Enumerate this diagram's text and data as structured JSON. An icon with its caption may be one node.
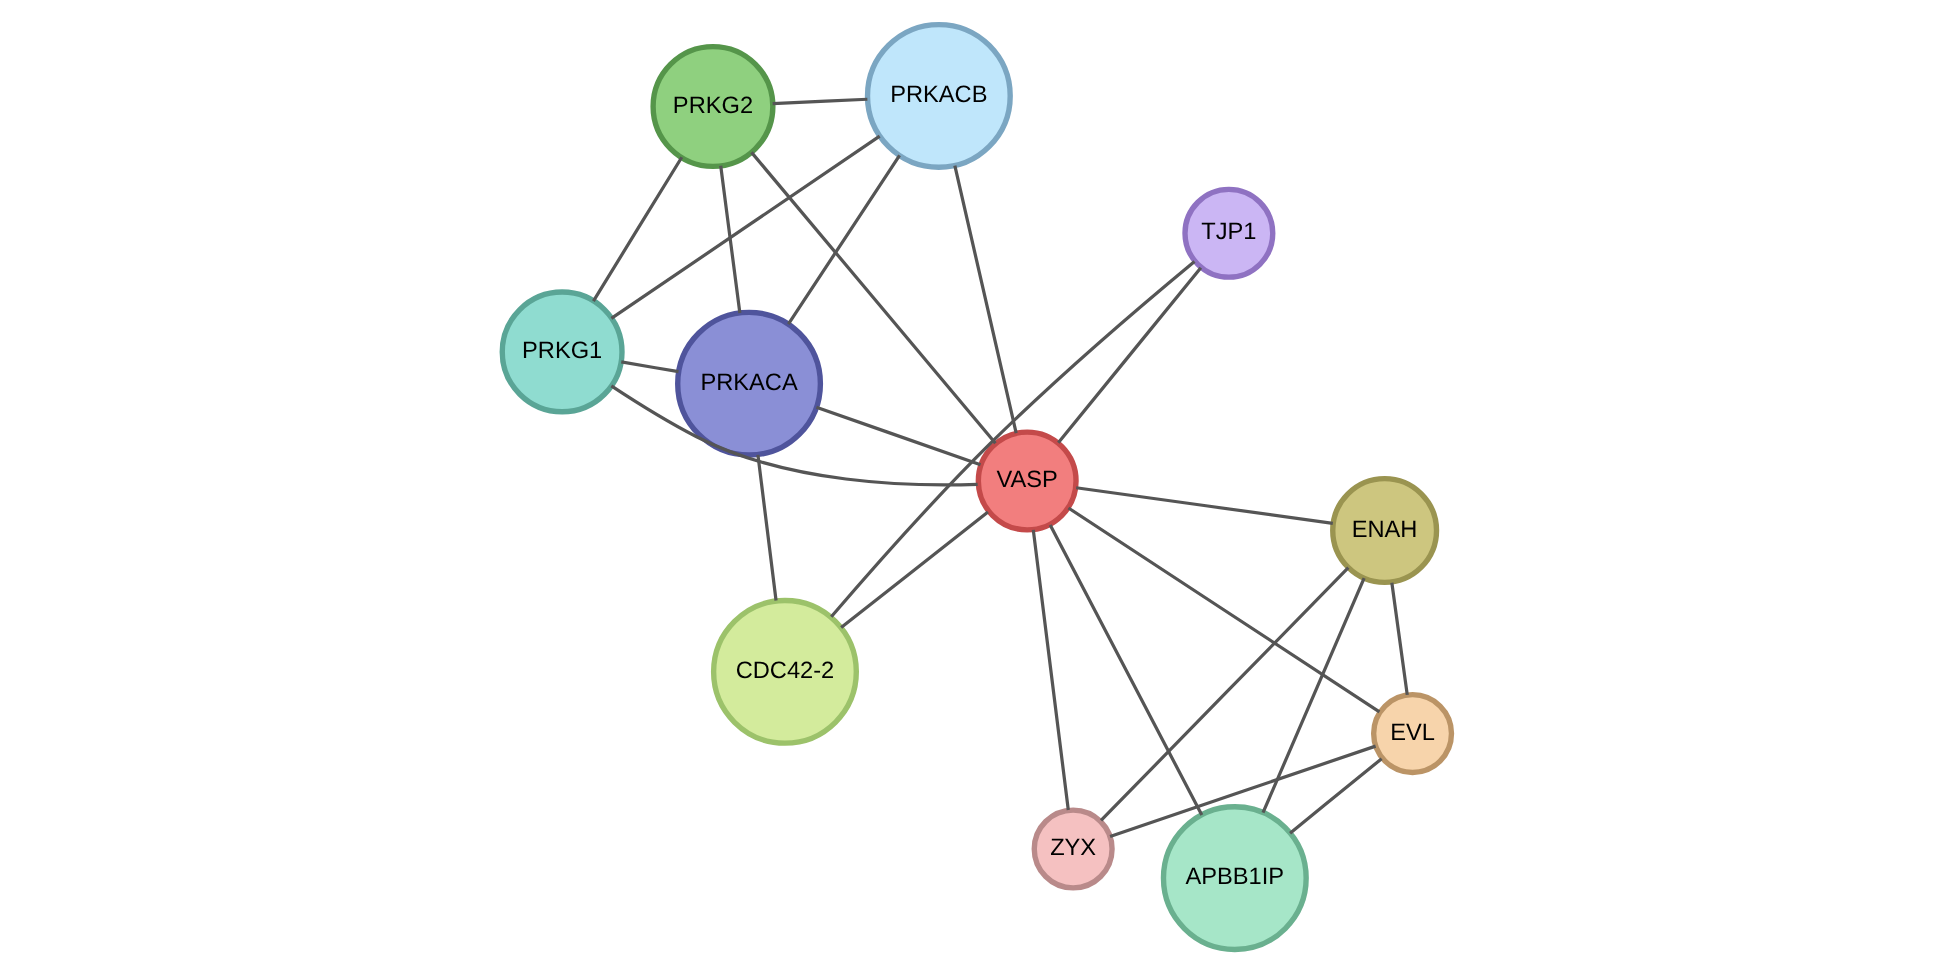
{
  "diagram": {
    "nodes": [
      {
        "text": [
          "PRKG1"
        ]
      },
      {
        "text": [
          "PRKACA"
        ]
      },
      {
        "text": [
          "CDC42-2"
        ]
      },
      {
        "text": [
          "PRKACB"
        ]
      },
      {
        "text": [
          "TJP1"
        ]
      },
      {
        "text": [
          "PRKG2"
        ]
      },
      {
        "text": [
          "VASP"
        ]
      },
      {
        "text": [
          "ENAH"
        ]
      },
      {
        "text": [
          "ZYX"
        ]
      },
      {
        "text": [
          "APBB1IP"
        ]
      },
      {
        "text": [
          "EVL"
        ]
      }
    ],
    "edges": [
      {
        "from": 0,
        "to": 1,
        "arrow": "none"
      },
      {
        "from": 0,
        "to": 3,
        "arrow": "none"
      },
      {
        "from": 0,
        "to": 5,
        "arrow": "none"
      },
      {
        "from": 0,
        "to": 6,
        "arrow": "none"
      },
      {
        "from": 1,
        "to": 3,
        "arrow": "none"
      },
      {
        "from": 1,
        "to": 5,
        "arrow": "none"
      },
      {
        "from": 1,
        "to": 6,
        "arrow": "none"
      },
      {
        "from": 1,
        "to": 2,
        "arrow": "none"
      },
      {
        "from": 3,
        "to": 5,
        "arrow": "none"
      },
      {
        "from": 3,
        "to": 6,
        "arrow": "none"
      },
      {
        "from": 5,
        "to": 6,
        "arrow": "none"
      },
      {
        "from": 2,
        "to": 6,
        "arrow": "none"
      },
      {
        "from": 2,
        "to": 4,
        "arrow": "none"
      },
      {
        "from": 4,
        "to": 6,
        "arrow": "none"
      },
      {
        "from": 6,
        "to": 7,
        "arrow": "none"
      },
      {
        "from": 6,
        "to": 10,
        "arrow": "none"
      },
      {
        "from": 6,
        "to": 8,
        "arrow": "none"
      },
      {
        "from": 6,
        "to": 9,
        "arrow": "none"
      },
      {
        "from": 7,
        "to": 8,
        "arrow": "none"
      },
      {
        "from": 7,
        "to": 9,
        "arrow": "none"
      },
      {
        "from": 7,
        "to": 10,
        "arrow": "none"
      },
      {
        "from": 9,
        "to": 10,
        "arrow": "none"
      },
      {
        "from": 10,
        "to": 8,
        "arrow": "none"
      }
    ]
  }
}
